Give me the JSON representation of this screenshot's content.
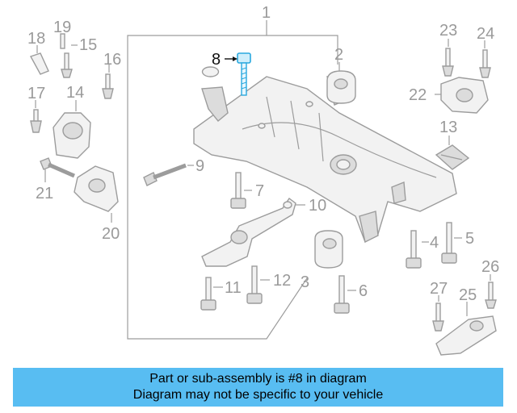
{
  "callouts": {
    "c1": "1",
    "c2": "2",
    "c3": "3",
    "c4": "4",
    "c5": "5",
    "c6": "6",
    "c7": "7",
    "c8": "8",
    "c9": "9",
    "c10": "10",
    "c11": "11",
    "c12": "12",
    "c13": "13",
    "c14": "14",
    "c15": "15",
    "c16": "16",
    "c17": "17",
    "c18": "18",
    "c19": "19",
    "c20": "20",
    "c21": "21",
    "c22": "22",
    "c23": "23",
    "c24": "24",
    "c25": "25",
    "c26": "26",
    "c27": "27"
  },
  "highlight": {
    "part_number": "8",
    "color": "#2aa9df"
  },
  "caption": {
    "line1": "Part or sub-assembly is #8 in diagram",
    "line2": "Diagram may not be specific to your vehicle",
    "background": "#58bdf2"
  }
}
